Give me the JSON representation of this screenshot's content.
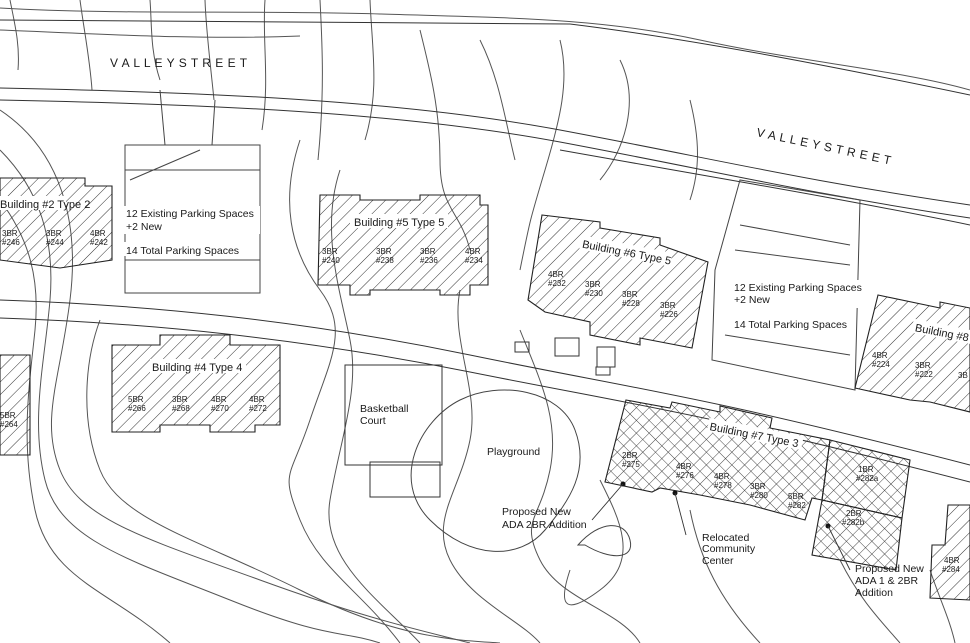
{
  "streets": [
    "V A L L E Y     S T R E E T",
    "V A L L E Y     S T R E E T"
  ],
  "buildings": [
    {
      "name": "Building #2 Type 2",
      "units": [
        [
          "3BR",
          "#246"
        ],
        [
          "3BR",
          "#244"
        ],
        [
          "4BR",
          "#242"
        ]
      ]
    },
    {
      "name": "Building #5 Type 5",
      "units": [
        [
          "3BR",
          "#240"
        ],
        [
          "3BR",
          "#238"
        ],
        [
          "3BR",
          "#236"
        ],
        [
          "4BR",
          "#234"
        ]
      ]
    },
    {
      "name": "Building #6 Type 5",
      "units": [
        [
          "4BR",
          "#232"
        ],
        [
          "3BR",
          "#230"
        ],
        [
          "3BR",
          "#228"
        ],
        [
          "3BR",
          "#226"
        ]
      ]
    },
    {
      "name": "Building #8",
      "units": [
        [
          "4BR",
          "#224"
        ],
        [
          "3BR",
          "#222"
        ],
        [
          "3B",
          ""
        ]
      ]
    },
    {
      "name": "Building #4 Type 4",
      "units": [
        [
          "5BR",
          "#266"
        ],
        [
          "3BR",
          "#268"
        ],
        [
          "4BR",
          "#270"
        ],
        [
          "4BR",
          "#272"
        ]
      ]
    },
    {
      "name": "",
      "units": [
        [
          "5BR",
          "#264"
        ]
      ]
    },
    {
      "name": "Building #7 Type 3",
      "units": [
        [
          "2BR",
          "#275"
        ],
        [
          "4BR",
          "#276"
        ],
        [
          "4BR",
          "#278"
        ],
        [
          "3BR",
          "#280"
        ],
        [
          "5BR",
          "#282"
        ],
        [
          "1BR",
          "#282a"
        ],
        [
          "2BR",
          "#282b"
        ]
      ]
    },
    {
      "name": "",
      "units": [
        [
          "4BR",
          "#284"
        ]
      ]
    }
  ],
  "parking_left": [
    "12 Existing Parking Spaces",
    "+2 New",
    "14 Total Parking Spaces"
  ],
  "parking_right": [
    "12 Existing Parking Spaces",
    "+2 New",
    "14 Total Parking Spaces"
  ],
  "areas": {
    "basketball": [
      "Basketball",
      "Court"
    ],
    "playground": "Playground"
  },
  "callouts": {
    "ada_2br": [
      "Proposed New",
      "ADA 2BR Addition"
    ],
    "community": [
      "Relocated",
      "Community",
      "Center"
    ],
    "ada_1_2br": [
      "Proposed New",
      "ADA 1 & 2BR",
      "Addition"
    ]
  },
  "colors": {
    "line": "#222222",
    "hatch": "#333333",
    "background": "#ffffff"
  }
}
